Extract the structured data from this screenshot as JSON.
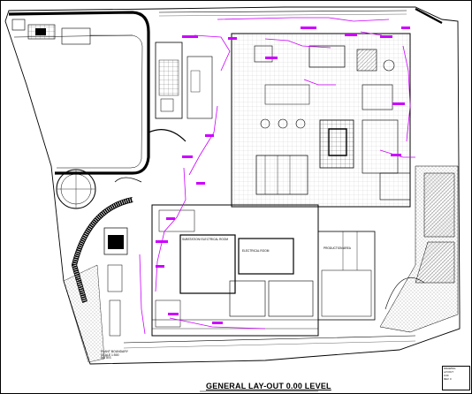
{
  "drawing": {
    "title": "GENERAL LAY-OUT  0.00 LEVEL",
    "colors": {
      "background": "#ffffff",
      "linework": "#000000",
      "markup": "#cc00ff",
      "hatch": "#777777"
    },
    "room_labels": [
      "SUBSTATION/ ELECTRICAL ROOM",
      "ELECTRICAL ROOM",
      "PRODUCTION AREA"
    ],
    "legend_lines": [
      "PLANT BOUNDARY",
      "SCALE  1:500",
      "NOTES"
    ],
    "title_block_lines": [
      "DRAWING",
      "LAYOUT",
      "0.00",
      "REV. 0"
    ]
  }
}
